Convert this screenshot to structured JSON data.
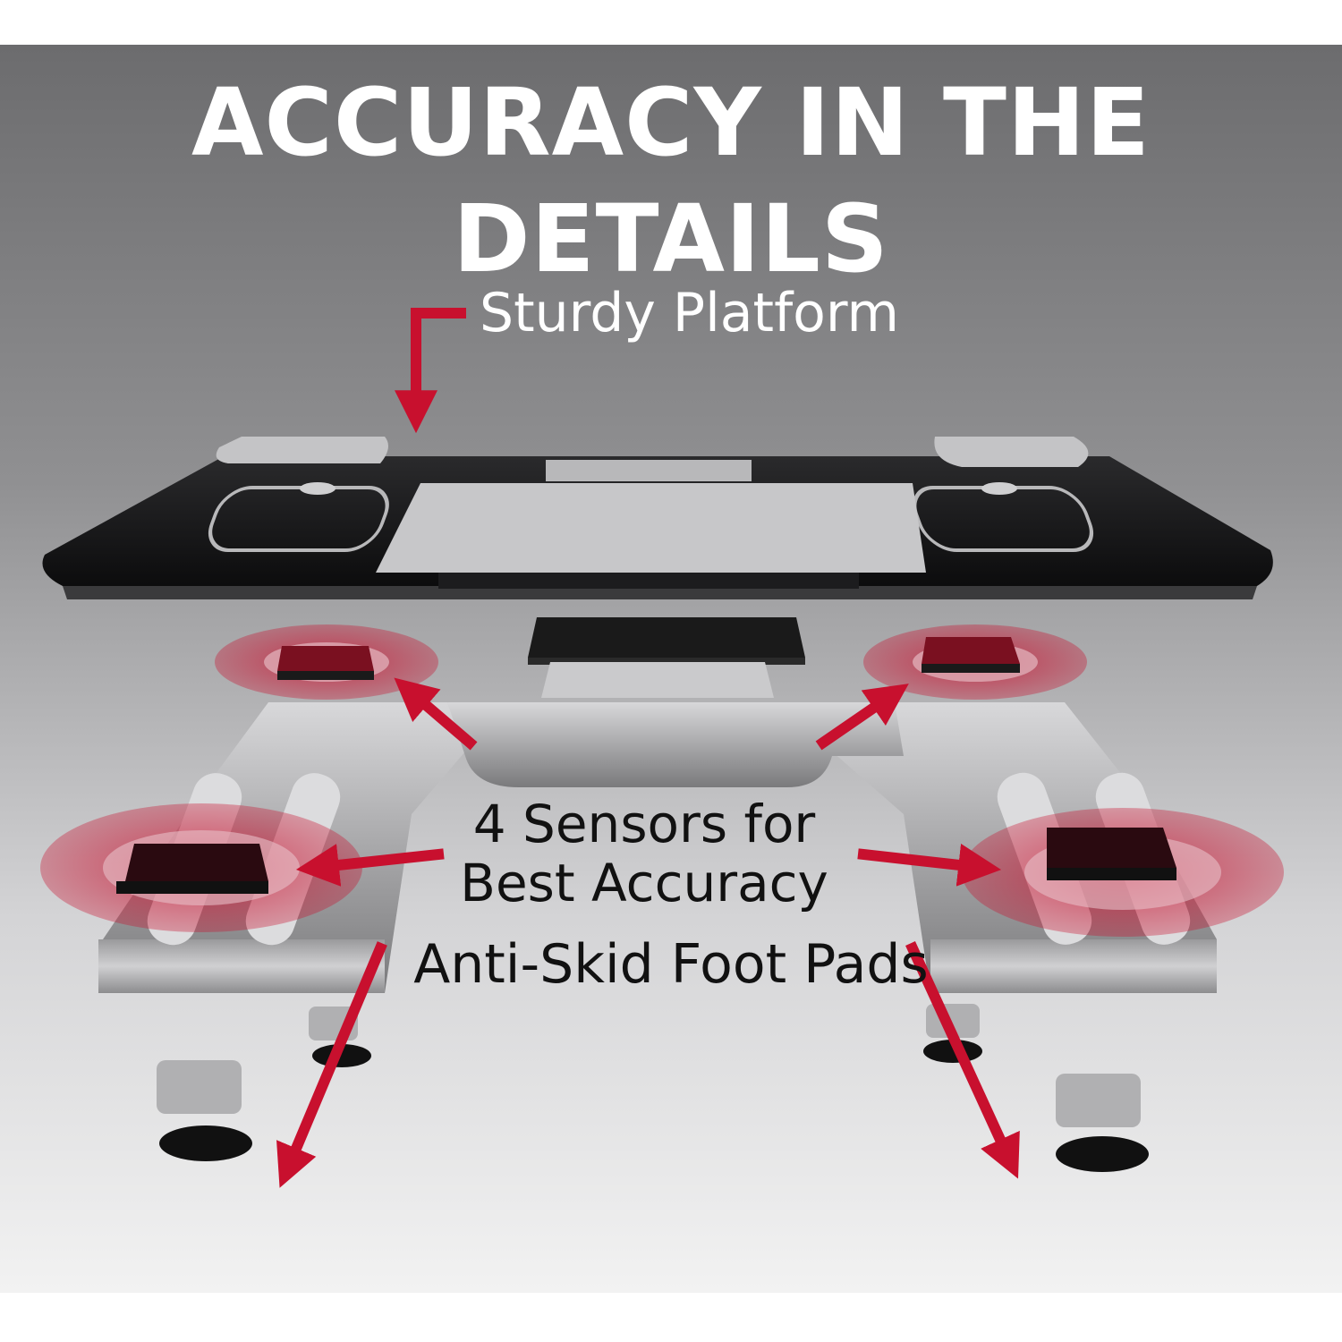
{
  "title": "ACCURACY IN THE DETAILS",
  "labels": {
    "platform": "Sturdy Platform",
    "sensors_line1": "4 Sensors for",
    "sensors_line2": "Best Accuracy",
    "foot_pads": "Anti-Skid Foot Pads"
  },
  "colors": {
    "accent_red": "#c8102e",
    "header_gray": "#6e6e70",
    "background_light": "#f0f0f0",
    "platform_black": "#111111",
    "frame_silver": "#b4b4b6"
  },
  "callout_counts": {
    "sensors": 4,
    "foot_pads": 4
  }
}
